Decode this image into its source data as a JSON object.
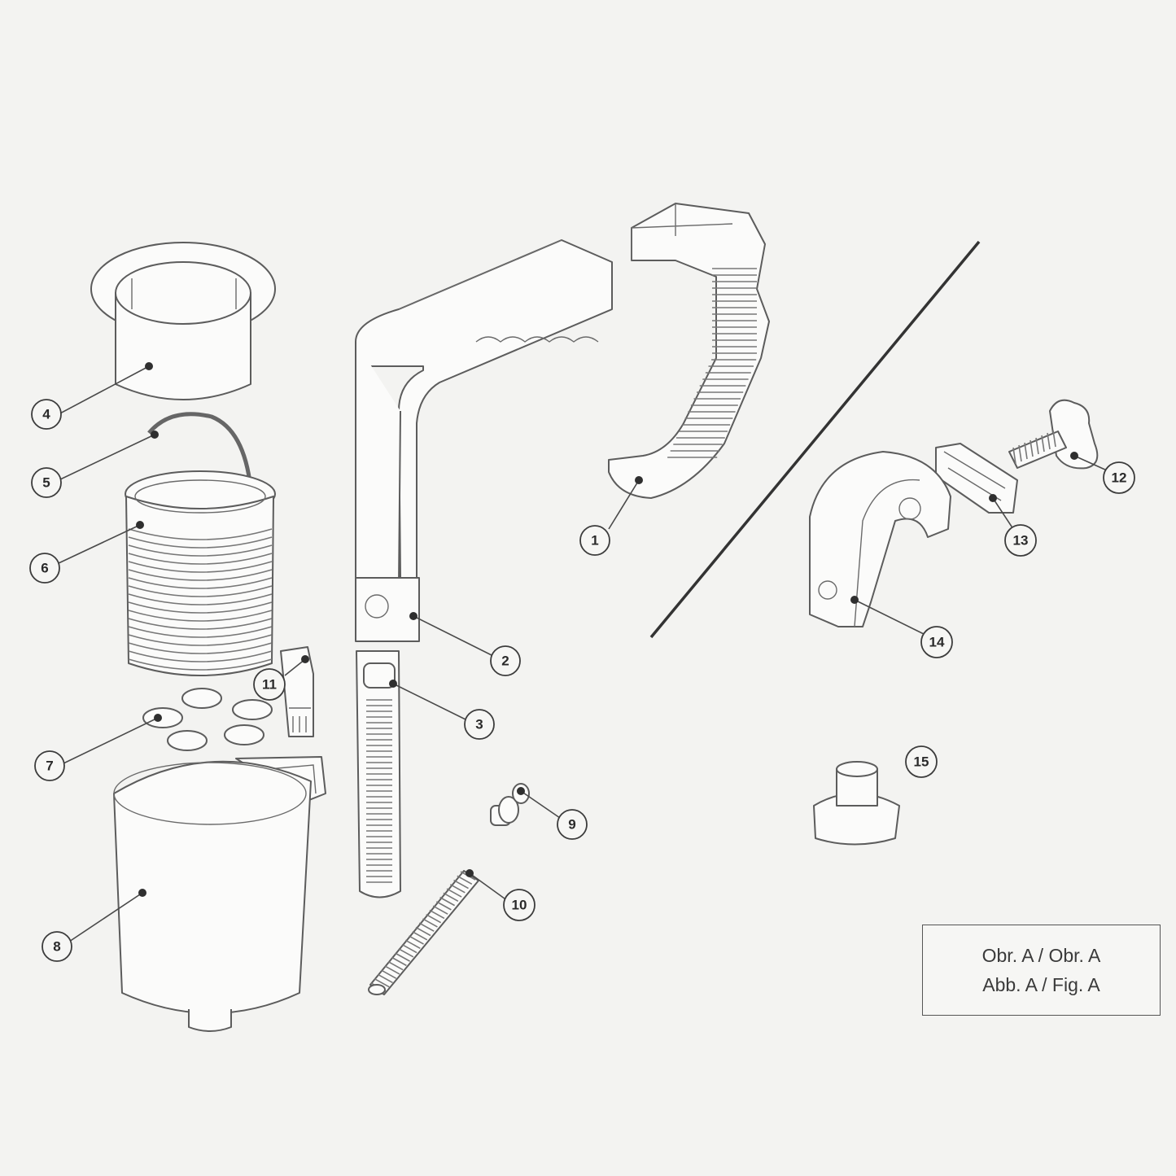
{
  "callouts": [
    {
      "number": "1"
    },
    {
      "number": "2"
    },
    {
      "number": "3"
    },
    {
      "number": "4"
    },
    {
      "number": "5"
    },
    {
      "number": "6"
    },
    {
      "number": "7"
    },
    {
      "number": "8"
    },
    {
      "number": "9"
    },
    {
      "number": "10"
    },
    {
      "number": "11"
    },
    {
      "number": "12"
    },
    {
      "number": "13"
    },
    {
      "number": "14"
    },
    {
      "number": "15"
    }
  ],
  "figure_label": {
    "line1": "Obr. A / Obr. A",
    "line2": "Abb. A / Fig. A"
  }
}
